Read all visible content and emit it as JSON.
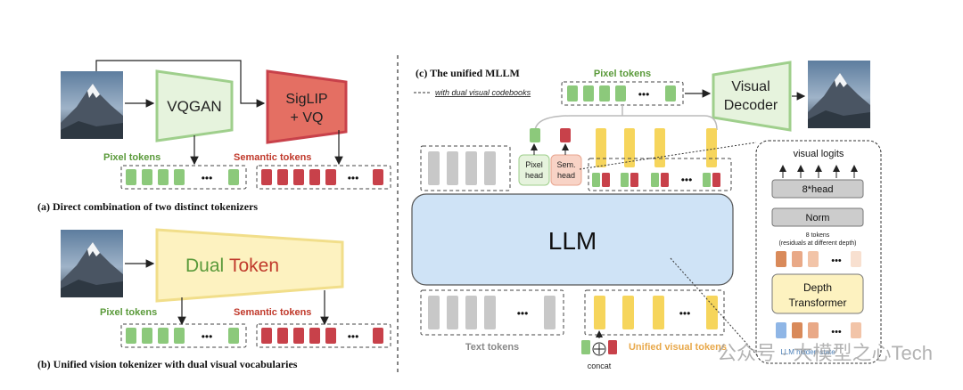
{
  "panel_a": {
    "encoder1": "VQGAN",
    "encoder2_line1": "SigLIP",
    "encoder2_line2": "+ VQ",
    "pixel_label": "Pixel tokens",
    "semantic_label": "Semantic tokens",
    "caption": "(a) Direct combination of two distinct tokenizers",
    "ellipsis": "•••"
  },
  "panel_b": {
    "tok_dual": "Dual",
    "tok_token": "Token",
    "pixel_label": "Pixel tokens",
    "semantic_label": "Semantic tokens",
    "caption": "(b) Unified vision tokenizer with dual visual vocabularies",
    "ellipsis": "•••"
  },
  "panel_c": {
    "title": "(c) The unified MLLM",
    "legend": "with dual visual codebooks",
    "pixel_tokens_label": "Pixel tokens",
    "decoder_line1": "Visual",
    "decoder_line2": "Decoder",
    "llm": "LLM",
    "pixel_head_line1": "Pixel",
    "pixel_head_line2": "head",
    "sem_head_line1": "Sem.",
    "sem_head_line2": "head",
    "text_tokens": "Text tokens",
    "unified_tokens": "Unified visual tokens",
    "concat": "concat",
    "ellipsis": "•••"
  },
  "detail": {
    "visual_logits": "visual logits",
    "head": "8*head",
    "norm": "Norm",
    "tokens_line1": "8 tokens",
    "tokens_line2": "(residuals at different depth)",
    "depth_line1": "Depth",
    "depth_line2": "Transformer",
    "llm_hidden": "LLM hidden state",
    "ellipsis": "•••"
  },
  "watermark": "公众号 · 大模型之心Tech",
  "colors": {
    "green": "#8cc97b",
    "red": "#c8414a",
    "yellow": "#f6d55c",
    "gray": "#c8c8c8",
    "llm_blue": "#cfe3f6",
    "encoder_green": "#e6f3dd",
    "siglip_red": "#e46f63",
    "dualtoken_yellow": "#fdf2c0",
    "label_green": "#5a9a3a",
    "label_red": "#c0392b"
  }
}
